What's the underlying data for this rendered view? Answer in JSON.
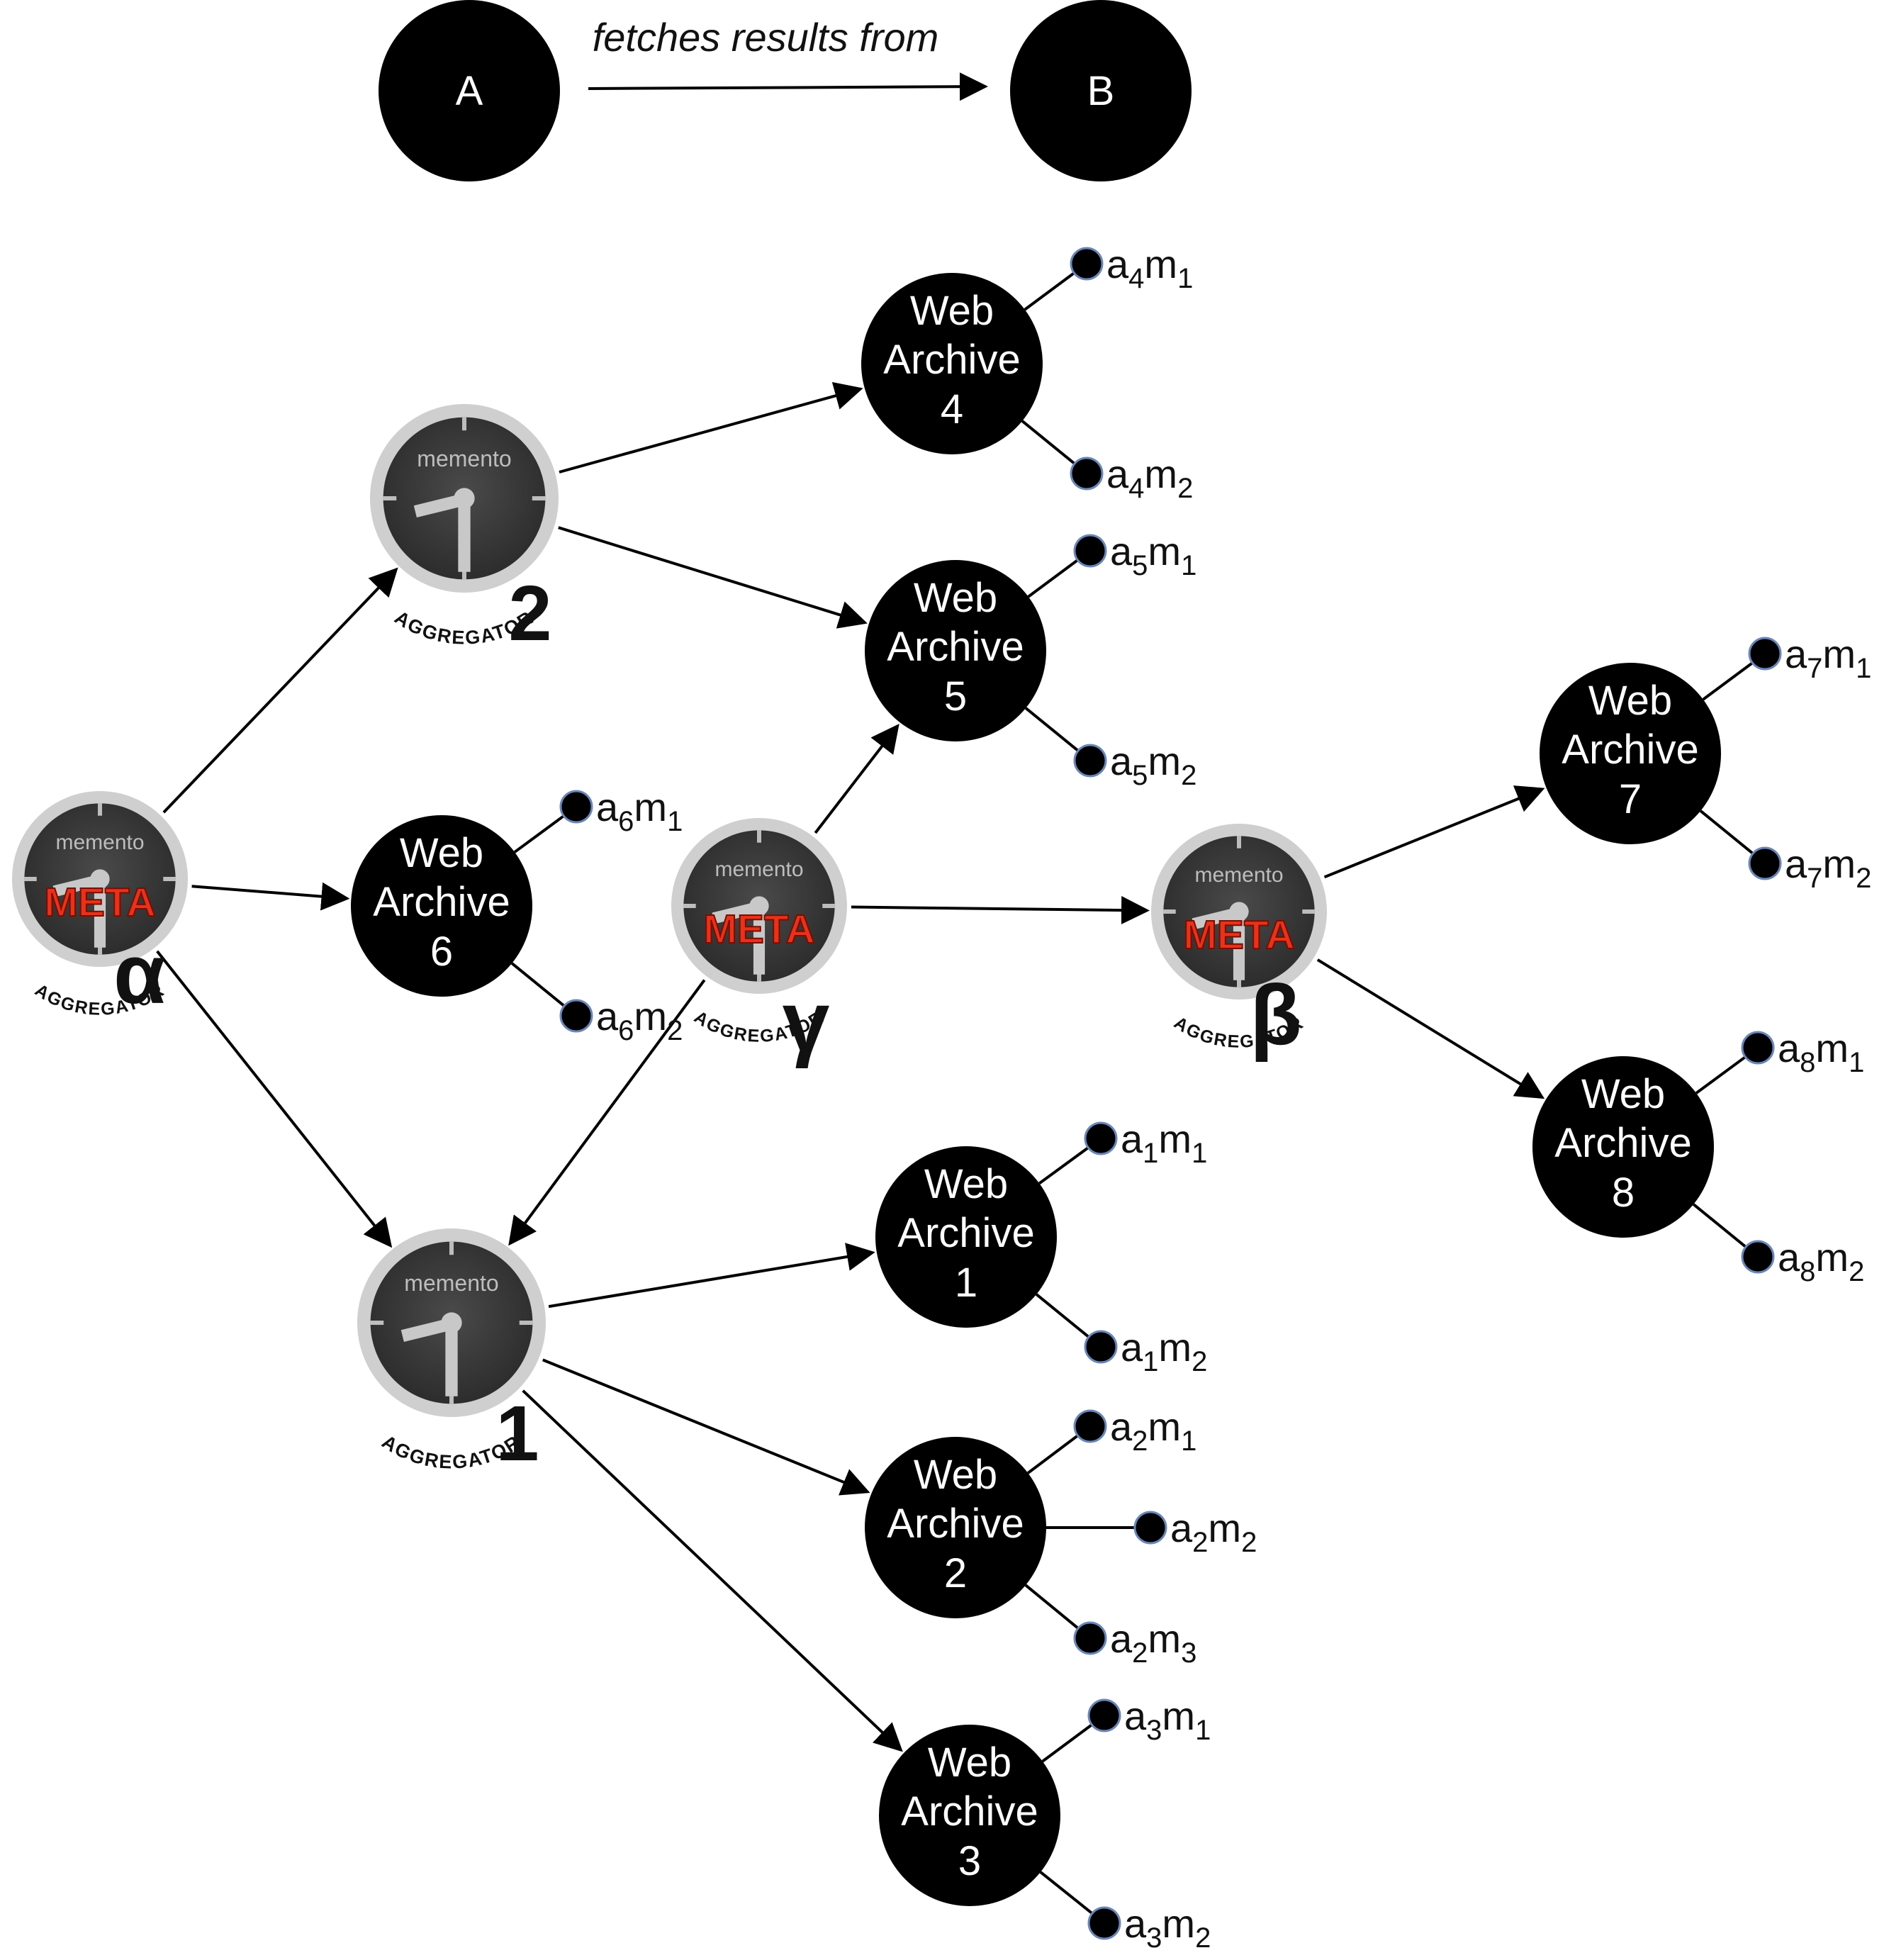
{
  "legend": {
    "source": "A",
    "target": "B",
    "caption": "fetches results from"
  },
  "aggregators": [
    {
      "id": "agg2",
      "tag": "2",
      "top_label": "memento",
      "bottom_label": "AGGREGATOR",
      "meta": ""
    },
    {
      "id": "agg1",
      "tag": "1",
      "top_label": "memento",
      "bottom_label": "AGGREGATOR",
      "meta": ""
    },
    {
      "id": "alpha",
      "tag": "α",
      "top_label": "memento",
      "bottom_label": "AGGREGATOR",
      "meta": "META"
    },
    {
      "id": "gamma",
      "tag": "γ",
      "top_label": "memento",
      "bottom_label": "AGGREGATOR",
      "meta": "META"
    },
    {
      "id": "beta",
      "tag": "β",
      "top_label": "memento",
      "bottom_label": "AGGREGATOR",
      "meta": "META"
    }
  ],
  "archives": [
    {
      "id": "wa1",
      "lines": [
        "Web",
        "Archive",
        "1"
      ],
      "mementos": [
        {
          "a": "1",
          "m": "1"
        },
        {
          "a": "1",
          "m": "2"
        }
      ]
    },
    {
      "id": "wa2",
      "lines": [
        "Web",
        "Archive",
        "2"
      ],
      "mementos": [
        {
          "a": "2",
          "m": "1"
        },
        {
          "a": "2",
          "m": "2"
        },
        {
          "a": "2",
          "m": "3"
        }
      ]
    },
    {
      "id": "wa3",
      "lines": [
        "Web",
        "Archive",
        "3"
      ],
      "mementos": [
        {
          "a": "3",
          "m": "1"
        },
        {
          "a": "3",
          "m": "2"
        }
      ]
    },
    {
      "id": "wa4",
      "lines": [
        "Web",
        "Archive",
        "4"
      ],
      "mementos": [
        {
          "a": "4",
          "m": "1"
        },
        {
          "a": "4",
          "m": "2"
        }
      ]
    },
    {
      "id": "wa5",
      "lines": [
        "Web",
        "Archive",
        "5"
      ],
      "mementos": [
        {
          "a": "5",
          "m": "1"
        },
        {
          "a": "5",
          "m": "2"
        }
      ]
    },
    {
      "id": "wa6",
      "lines": [
        "Web",
        "Archive",
        "6"
      ],
      "mementos": [
        {
          "a": "6",
          "m": "1"
        },
        {
          "a": "6",
          "m": "2"
        }
      ]
    },
    {
      "id": "wa7",
      "lines": [
        "Web",
        "Archive",
        "7"
      ],
      "mementos": [
        {
          "a": "7",
          "m": "1"
        },
        {
          "a": "7",
          "m": "2"
        }
      ]
    },
    {
      "id": "wa8",
      "lines": [
        "Web",
        "Archive",
        "8"
      ],
      "mementos": [
        {
          "a": "8",
          "m": "1"
        },
        {
          "a": "8",
          "m": "2"
        }
      ]
    }
  ],
  "edges": [
    {
      "from": "alpha",
      "to": "agg2"
    },
    {
      "from": "alpha",
      "to": "wa6"
    },
    {
      "from": "alpha",
      "to": "agg1"
    },
    {
      "from": "agg2",
      "to": "wa4"
    },
    {
      "from": "agg2",
      "to": "wa5"
    },
    {
      "from": "gamma",
      "to": "wa5"
    },
    {
      "from": "gamma",
      "to": "beta"
    },
    {
      "from": "gamma",
      "to": "agg1"
    },
    {
      "from": "agg1",
      "to": "wa1"
    },
    {
      "from": "agg1",
      "to": "wa2"
    },
    {
      "from": "agg1",
      "to": "wa3"
    },
    {
      "from": "beta",
      "to": "wa7"
    },
    {
      "from": "beta",
      "to": "wa8"
    }
  ],
  "colors": {
    "node_fill": "#000000",
    "edge": "#000000",
    "memento_outline": "#6a86b8",
    "meta_text": "#e8321b",
    "clock_face": "#3a3a3a",
    "clock_ring": "#cfcfcf"
  }
}
